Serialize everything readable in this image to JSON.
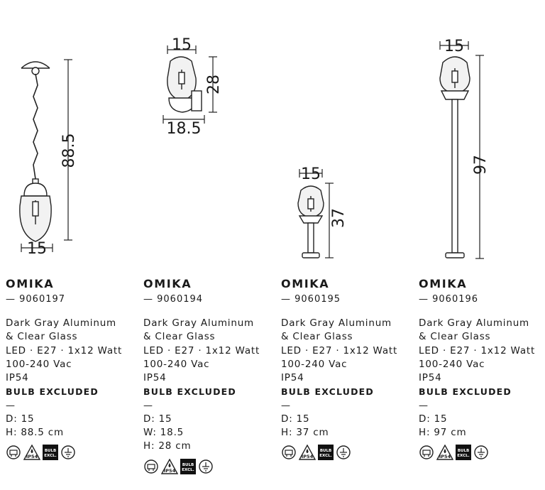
{
  "products": [
    {
      "name": "OMIKA",
      "code": "— 9060197",
      "material_1": "Dark Gray Aluminum",
      "material_2": "& Clear Glass",
      "electrical": "LED · E27 · 1x12 Watt",
      "voltage": "100-240 Vac",
      "ip": "IP54",
      "bulb": "BULB EXCLUDED",
      "separator": "—",
      "dims": [
        "D: 15",
        "H: 88.5 cm"
      ],
      "drawing_dims": {
        "width": "15",
        "height": "88.5"
      }
    },
    {
      "name": "OMIKA",
      "code": "— 9060194",
      "material_1": "Dark Gray Aluminum",
      "material_2": "& Clear Glass",
      "electrical": "LED · E27 · 1x12 Watt",
      "voltage": "100-240 Vac",
      "ip": "IP54",
      "bulb": "BULB EXCLUDED",
      "separator": "—",
      "dims": [
        "D: 15",
        "W: 18.5",
        "H: 28 cm"
      ],
      "drawing_dims": {
        "width": "15",
        "height": "28",
        "depth": "18.5"
      }
    },
    {
      "name": "OMIKA",
      "code": "— 9060195",
      "material_1": "Dark Gray Aluminum",
      "material_2": "& Clear Glass",
      "electrical": "LED · E27 · 1x12 Watt",
      "voltage": "100-240 Vac",
      "ip": "IP54",
      "bulb": "BULB EXCLUDED",
      "separator": "—",
      "dims": [
        "D: 15",
        "H: 37 cm"
      ],
      "drawing_dims": {
        "width": "15",
        "height": "37"
      }
    },
    {
      "name": "OMIKA",
      "code": "— 9060196",
      "material_1": "Dark Gray Aluminum",
      "material_2": "& Clear Glass",
      "electrical": "LED · E27 · 1x12 Watt",
      "voltage": "100-240 Vac",
      "ip": "IP54",
      "bulb": "BULB EXCLUDED",
      "separator": "—",
      "dims": [
        "D: 15",
        "H: 97 cm"
      ],
      "drawing_dims": {
        "width": "15",
        "height": "97"
      }
    }
  ],
  "icon_labels": {
    "ip": "IP54",
    "bulb_line1": "BULB",
    "bulb_line2": "EXCL."
  },
  "icons": [
    "driver-circle-icon",
    "ip54-drop-icon",
    "bulb-excluded-icon",
    "ground-symbol-icon"
  ],
  "colors": {
    "text": "#1a1a1a",
    "line": "#222222",
    "glass": "#f2f2f2"
  }
}
